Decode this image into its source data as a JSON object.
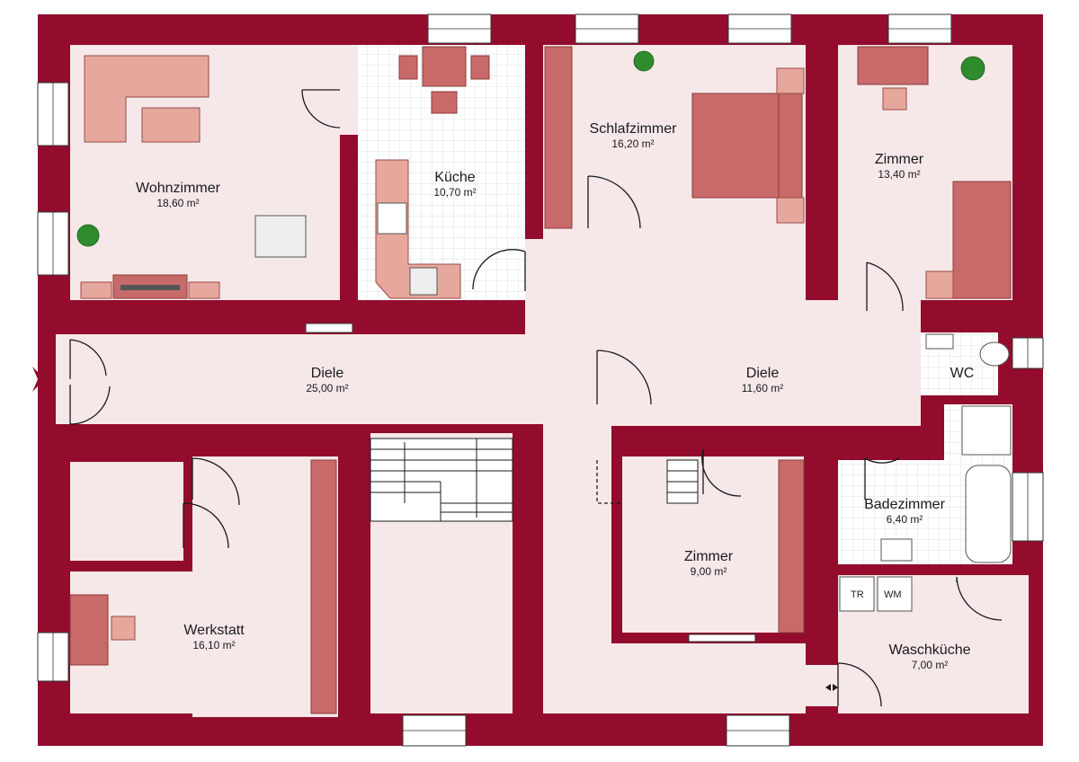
{
  "colors": {
    "wall": "#930c2d",
    "floor": "#f6e8e8",
    "tile_floor": "#ffffff",
    "furniture": "#c96a6a",
    "furniture_light": "#e6a89c"
  },
  "rooms": [
    {
      "id": "wohnzimmer",
      "name": "Wohnzimmer",
      "area": "18,60 m²"
    },
    {
      "id": "kueche",
      "name": "Küche",
      "area": "10,70 m²"
    },
    {
      "id": "schlafzimmer",
      "name": "Schlafzimmer",
      "area": "16,20 m²"
    },
    {
      "id": "zimmer-ne",
      "name": "Zimmer",
      "area": "13,40 m²"
    },
    {
      "id": "diele-w",
      "name": "Diele",
      "area": "25,00 m²"
    },
    {
      "id": "diele-e",
      "name": "Diele",
      "area": "11,60 m²"
    },
    {
      "id": "wc",
      "name": "WC",
      "area": ""
    },
    {
      "id": "badezimmer",
      "name": "Badezimmer",
      "area": "6,40 m²"
    },
    {
      "id": "zimmer-s",
      "name": "Zimmer",
      "area": "9,00 m²"
    },
    {
      "id": "werkstatt",
      "name": "Werkstatt",
      "area": "16,10 m²"
    },
    {
      "id": "waschkueche",
      "name": "Waschküche",
      "area": "7,00 m²"
    }
  ],
  "appliances": {
    "dryer": "TR",
    "washer": "WM"
  }
}
